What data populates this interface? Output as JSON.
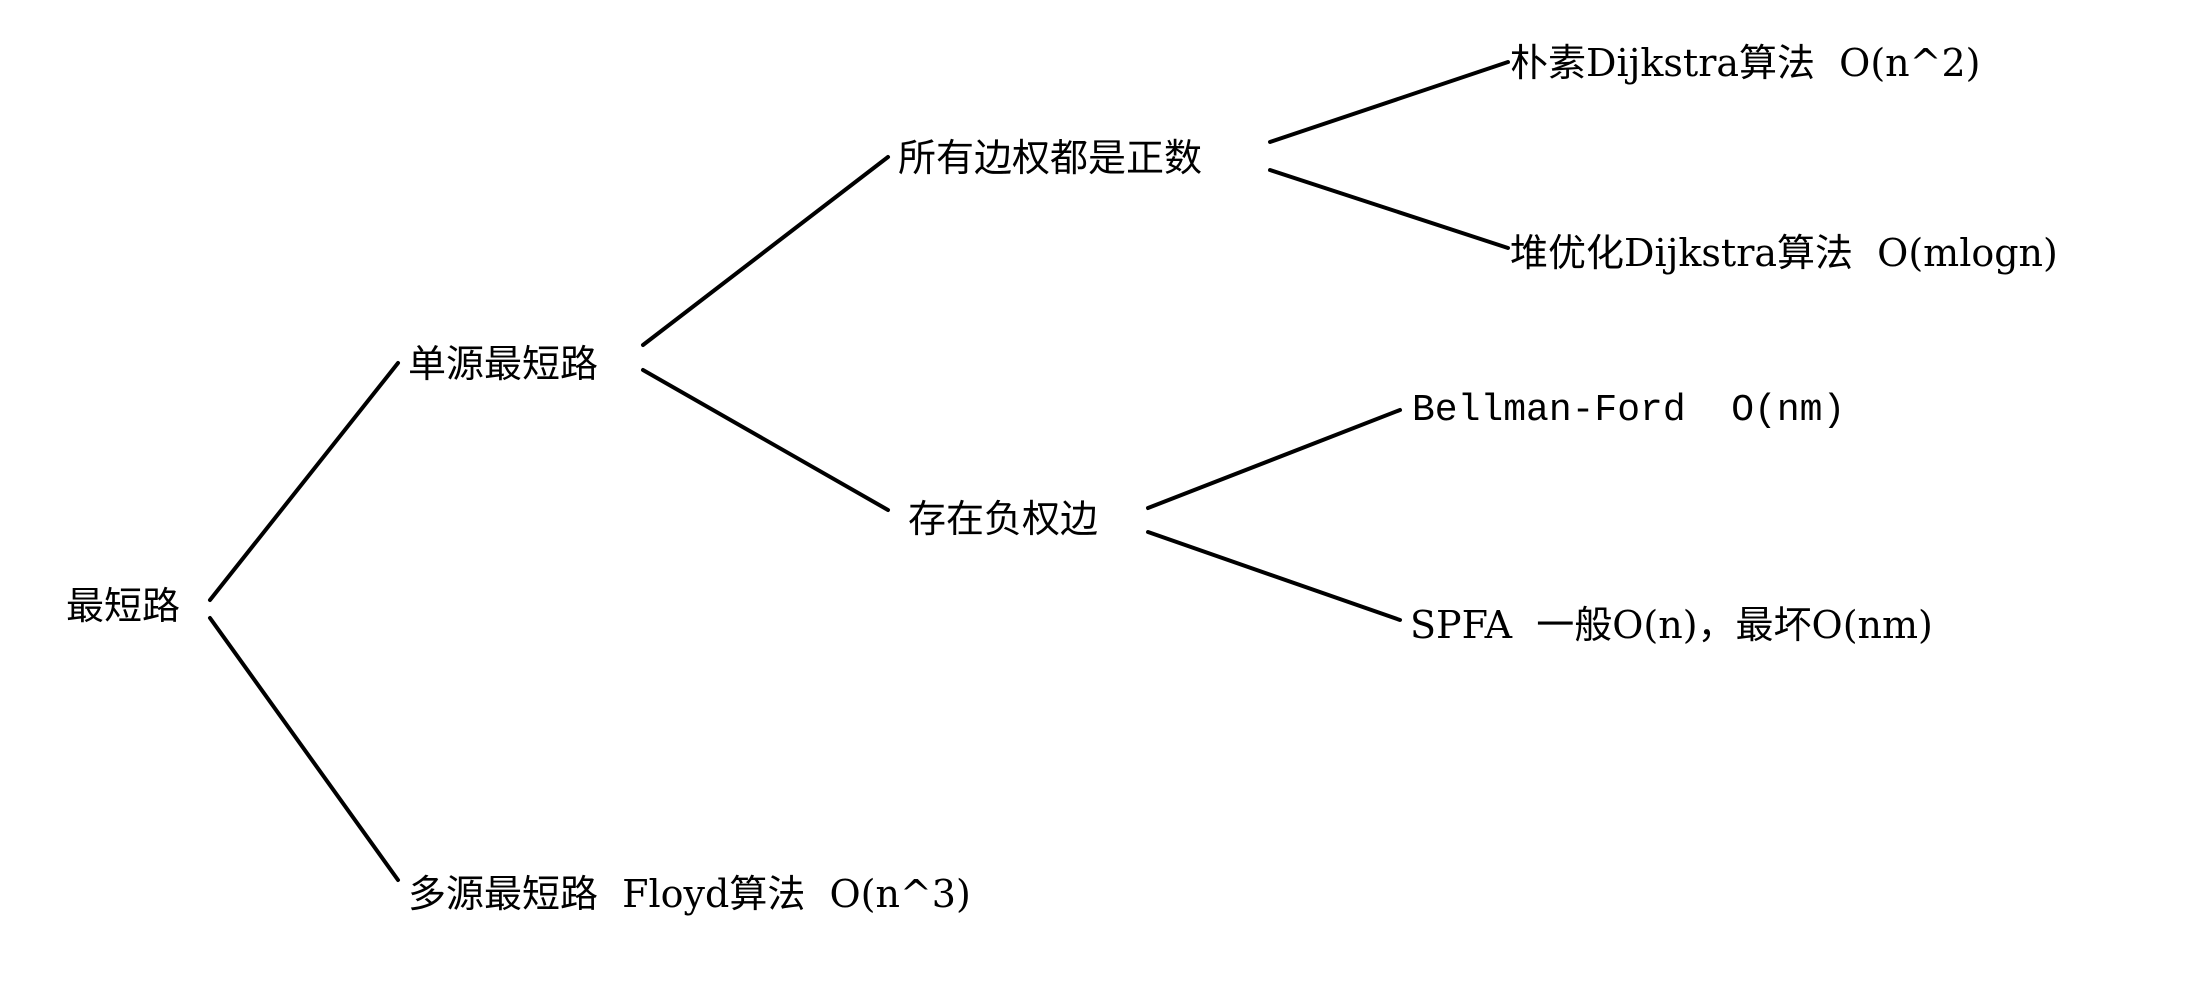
{
  "diagram": {
    "root": "最短路",
    "single_source": "单源最短路",
    "multi_source": "多源最短路  Floyd算法  O(n^3)",
    "positive_weights": "所有边权都是正数",
    "negative_weights": "存在负权边",
    "naive_dijkstra": "朴素Dijkstra算法  O(n^2)",
    "heap_dijkstra": "堆优化Dijkstra算法  O(mlogn)",
    "bellman_ford": "Bellman-Ford  O(nm)",
    "spfa": "SPFA  一般O(n)，最坏O(nm)"
  },
  "colors": {
    "line": "#000000",
    "text": "#000000",
    "background": "#ffffff"
  }
}
